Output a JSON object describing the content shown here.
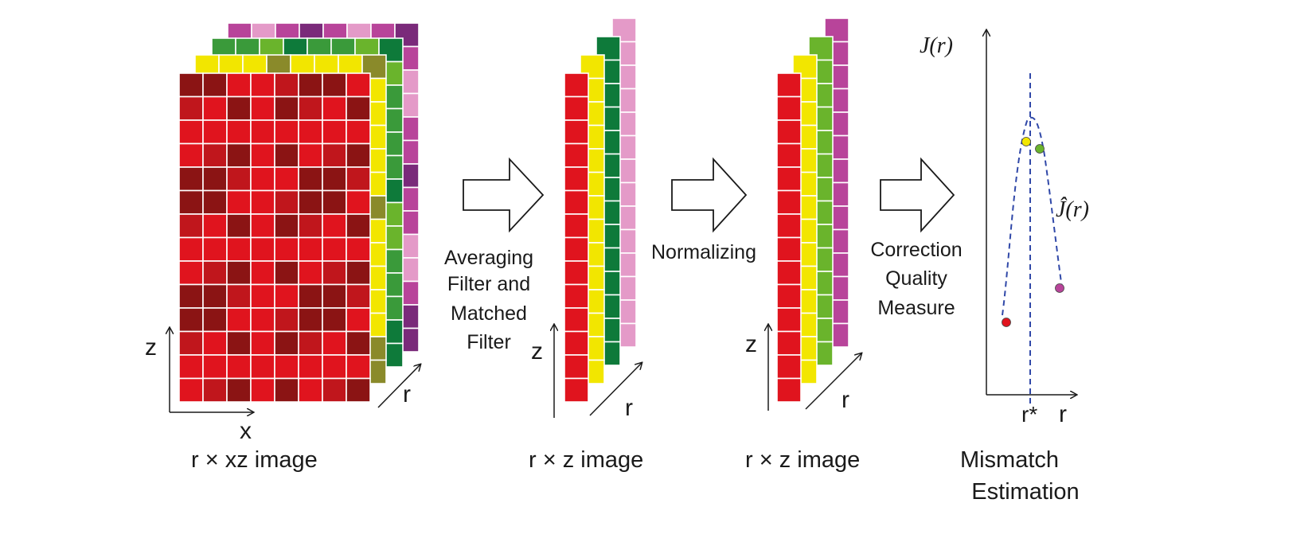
{
  "colors": {
    "red_bright": "#e0141e",
    "red_mid": "#c0161c",
    "red_dark": "#8b1414",
    "yellow": "#f2e600",
    "olive": "#8a8a2a",
    "green_light": "#6ab42c",
    "green_mid": "#3a9a3a",
    "green_dark": "#0e7a3a",
    "pink_light": "#e49ac8",
    "magenta": "#b8449a",
    "purple": "#7a2a7a",
    "dot_red": "#e0141e",
    "dot_yellow": "#f2e600",
    "dot_green": "#6ab42c",
    "dot_purple": "#b8449a",
    "curve": "#3048a8",
    "grid_line": "#ffffff",
    "text": "#1a1a1a"
  },
  "stage1": {
    "caption": "r × xz image",
    "axis_z": "z",
    "axis_x": "x",
    "axis_r": "r"
  },
  "arrow1": {
    "line1": "Averaging",
    "line2": "Filter and",
    "line3": "Matched",
    "line4": "Filter"
  },
  "stage2": {
    "caption": "r × z image",
    "axis_z": "z",
    "axis_r": "r"
  },
  "arrow2": {
    "label": "Normalizing"
  },
  "stage3": {
    "caption": "r × z image",
    "axis_z": "z",
    "axis_r": "r"
  },
  "arrow3": {
    "line1": "Correction",
    "line2": "Quality",
    "line3": "Measure"
  },
  "plot": {
    "y_label": "J(r)",
    "curve_label": "Ĵ(r)",
    "x_tick_opt": "r*",
    "x_axis_label": "r",
    "caption_line1": "Mismatch",
    "caption_line2": "Estimation"
  }
}
